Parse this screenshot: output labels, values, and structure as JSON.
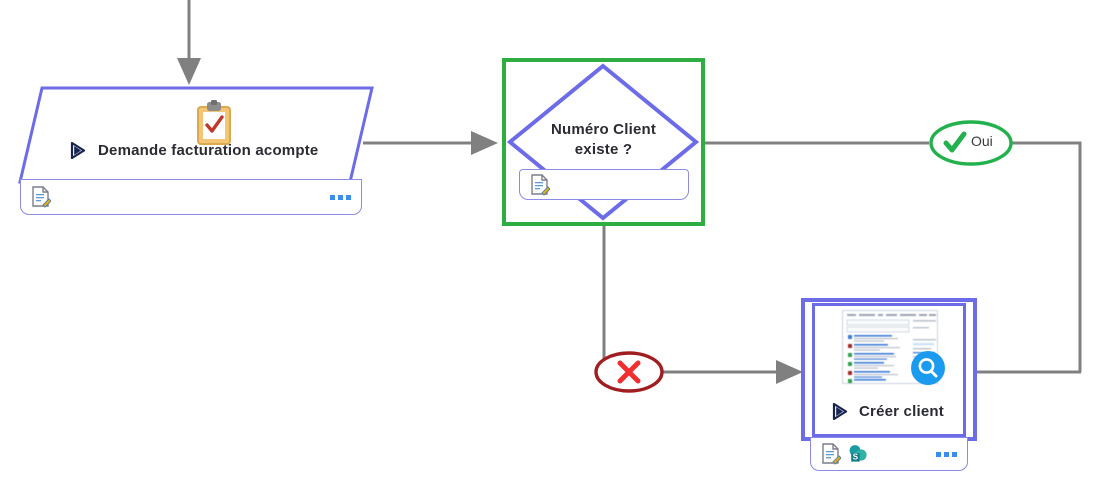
{
  "diagram": {
    "type": "flowchart",
    "background": "#ffffff",
    "colors": {
      "node_purple": "#6c6ce8",
      "selection_green": "#2ead40",
      "connector_gray": "#808080",
      "badge_yes_green": "#22b14c",
      "badge_no_red": "#a01e21",
      "badge_no_x": "#f03030",
      "dots_blue": "#3a8ef0",
      "label_text": "#2b2b33",
      "play_icon_navy": "#1b2a5e"
    },
    "nodes": [
      {
        "id": "demande-facturation-acompte",
        "shape": "parallelogram",
        "label": "Demande facturation acompte",
        "icon": "clipboard-check-icon",
        "footer_icons": [
          "document-edit-icon"
        ],
        "footer_menu": "more-options-dots",
        "selected": false
      },
      {
        "id": "numero-client-existe",
        "shape": "diamond",
        "label_line1": "Numéro Client",
        "label_line2": "existe ?",
        "footer_icons": [
          "document-edit-icon"
        ],
        "selected": true,
        "selection_color": "#2ead40"
      },
      {
        "id": "creer-client",
        "shape": "rectangle",
        "label": "Créer client",
        "thumbnail": "webpage-screenshot-thumbnail",
        "thumbnail_overlay_icon": "magnifier-zoom-icon",
        "footer_icons": [
          "document-edit-icon",
          "sharepoint-icon"
        ],
        "footer_menu": "more-options-dots",
        "selected": true,
        "selection_color": "#6c6ce8"
      }
    ],
    "badges": [
      {
        "id": "badge-oui",
        "label": "Oui",
        "icon": "check-icon",
        "color": "#22b14c"
      },
      {
        "id": "badge-non",
        "label": "",
        "icon": "cross-icon",
        "color": "#a01e21"
      }
    ],
    "connectors": [
      {
        "id": "connector-top-in",
        "from": "top",
        "to": "demande-facturation-acompte",
        "arrow": true
      },
      {
        "id": "connector-demande-to-decision",
        "from": "demande-facturation-acompte",
        "to": "numero-client-existe",
        "arrow": true
      },
      {
        "id": "connector-decision-yes",
        "from": "numero-client-existe",
        "to": "badge-oui",
        "arrow": false
      },
      {
        "id": "connector-yes-loop",
        "from": "badge-oui",
        "to": "right-rail",
        "arrow": false
      },
      {
        "id": "connector-decision-no",
        "from": "numero-client-existe",
        "to": "badge-non",
        "arrow": false
      },
      {
        "id": "connector-no-to-creer",
        "from": "badge-non",
        "to": "creer-client",
        "arrow": true
      },
      {
        "id": "connector-creer-to-rail",
        "from": "creer-client",
        "to": "right-rail",
        "arrow": false
      }
    ]
  }
}
